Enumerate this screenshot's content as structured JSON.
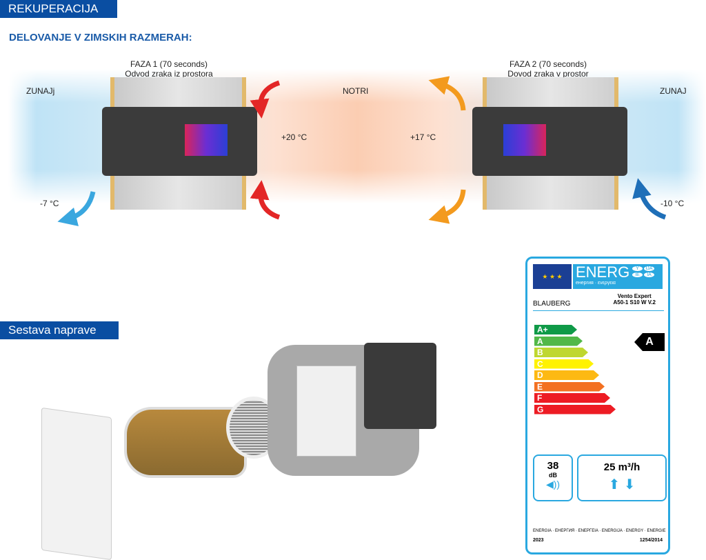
{
  "header": {
    "title": "REKUPERACIJA",
    "subtitle": "DELOVANJE V ZIMSKIH RAZMERAH:"
  },
  "diagram": {
    "phase1": {
      "title": "FAZA 1 (70 seconds)",
      "desc": "Odvod zraka iz prostora"
    },
    "phase2": {
      "title": "FAZA 2 (70 seconds)",
      "desc": "Dovod zraka v prostor"
    },
    "outside_left": "ZUNAJj",
    "outside_right": "ZUNAJ",
    "inside": "NOTRI",
    "temp_out_left": "-7 °C",
    "temp_in_left": "+20 °C",
    "temp_in_right": "+17 °C",
    "temp_out_right": "-10 °C"
  },
  "assembly": {
    "title": "Sestava naprave"
  },
  "energy_label": {
    "energ": "ENERG",
    "langs": "енергия · ενεργεια",
    "badges": [
      "Y",
      "IJA",
      "IE",
      "IA"
    ],
    "brand": "BLAUBERG",
    "model_line1": "Vento Expert",
    "model_line2": "A50-1 S10 W V.2",
    "classes": [
      {
        "name": "A+",
        "color": "#0f9a48"
      },
      {
        "name": "A",
        "color": "#52b848"
      },
      {
        "name": "B",
        "color": "#bfd730"
      },
      {
        "name": "C",
        "color": "#fff200"
      },
      {
        "name": "D",
        "color": "#fdb913"
      },
      {
        "name": "E",
        "color": "#f37021"
      },
      {
        "name": "F",
        "color": "#ed1c24"
      },
      {
        "name": "G",
        "color": "#ed1c24"
      }
    ],
    "rating": "A",
    "noise_value": "38",
    "noise_unit": "dB",
    "airflow": "25 m³/h",
    "footer_text": "ENERGIA · ЕНЕРГИЯ · ΕΝΕΡΓΕΙΑ · ENERGIJA · ENERGY · ENERGIE",
    "year": "2023",
    "regulation": "1254/2014"
  }
}
